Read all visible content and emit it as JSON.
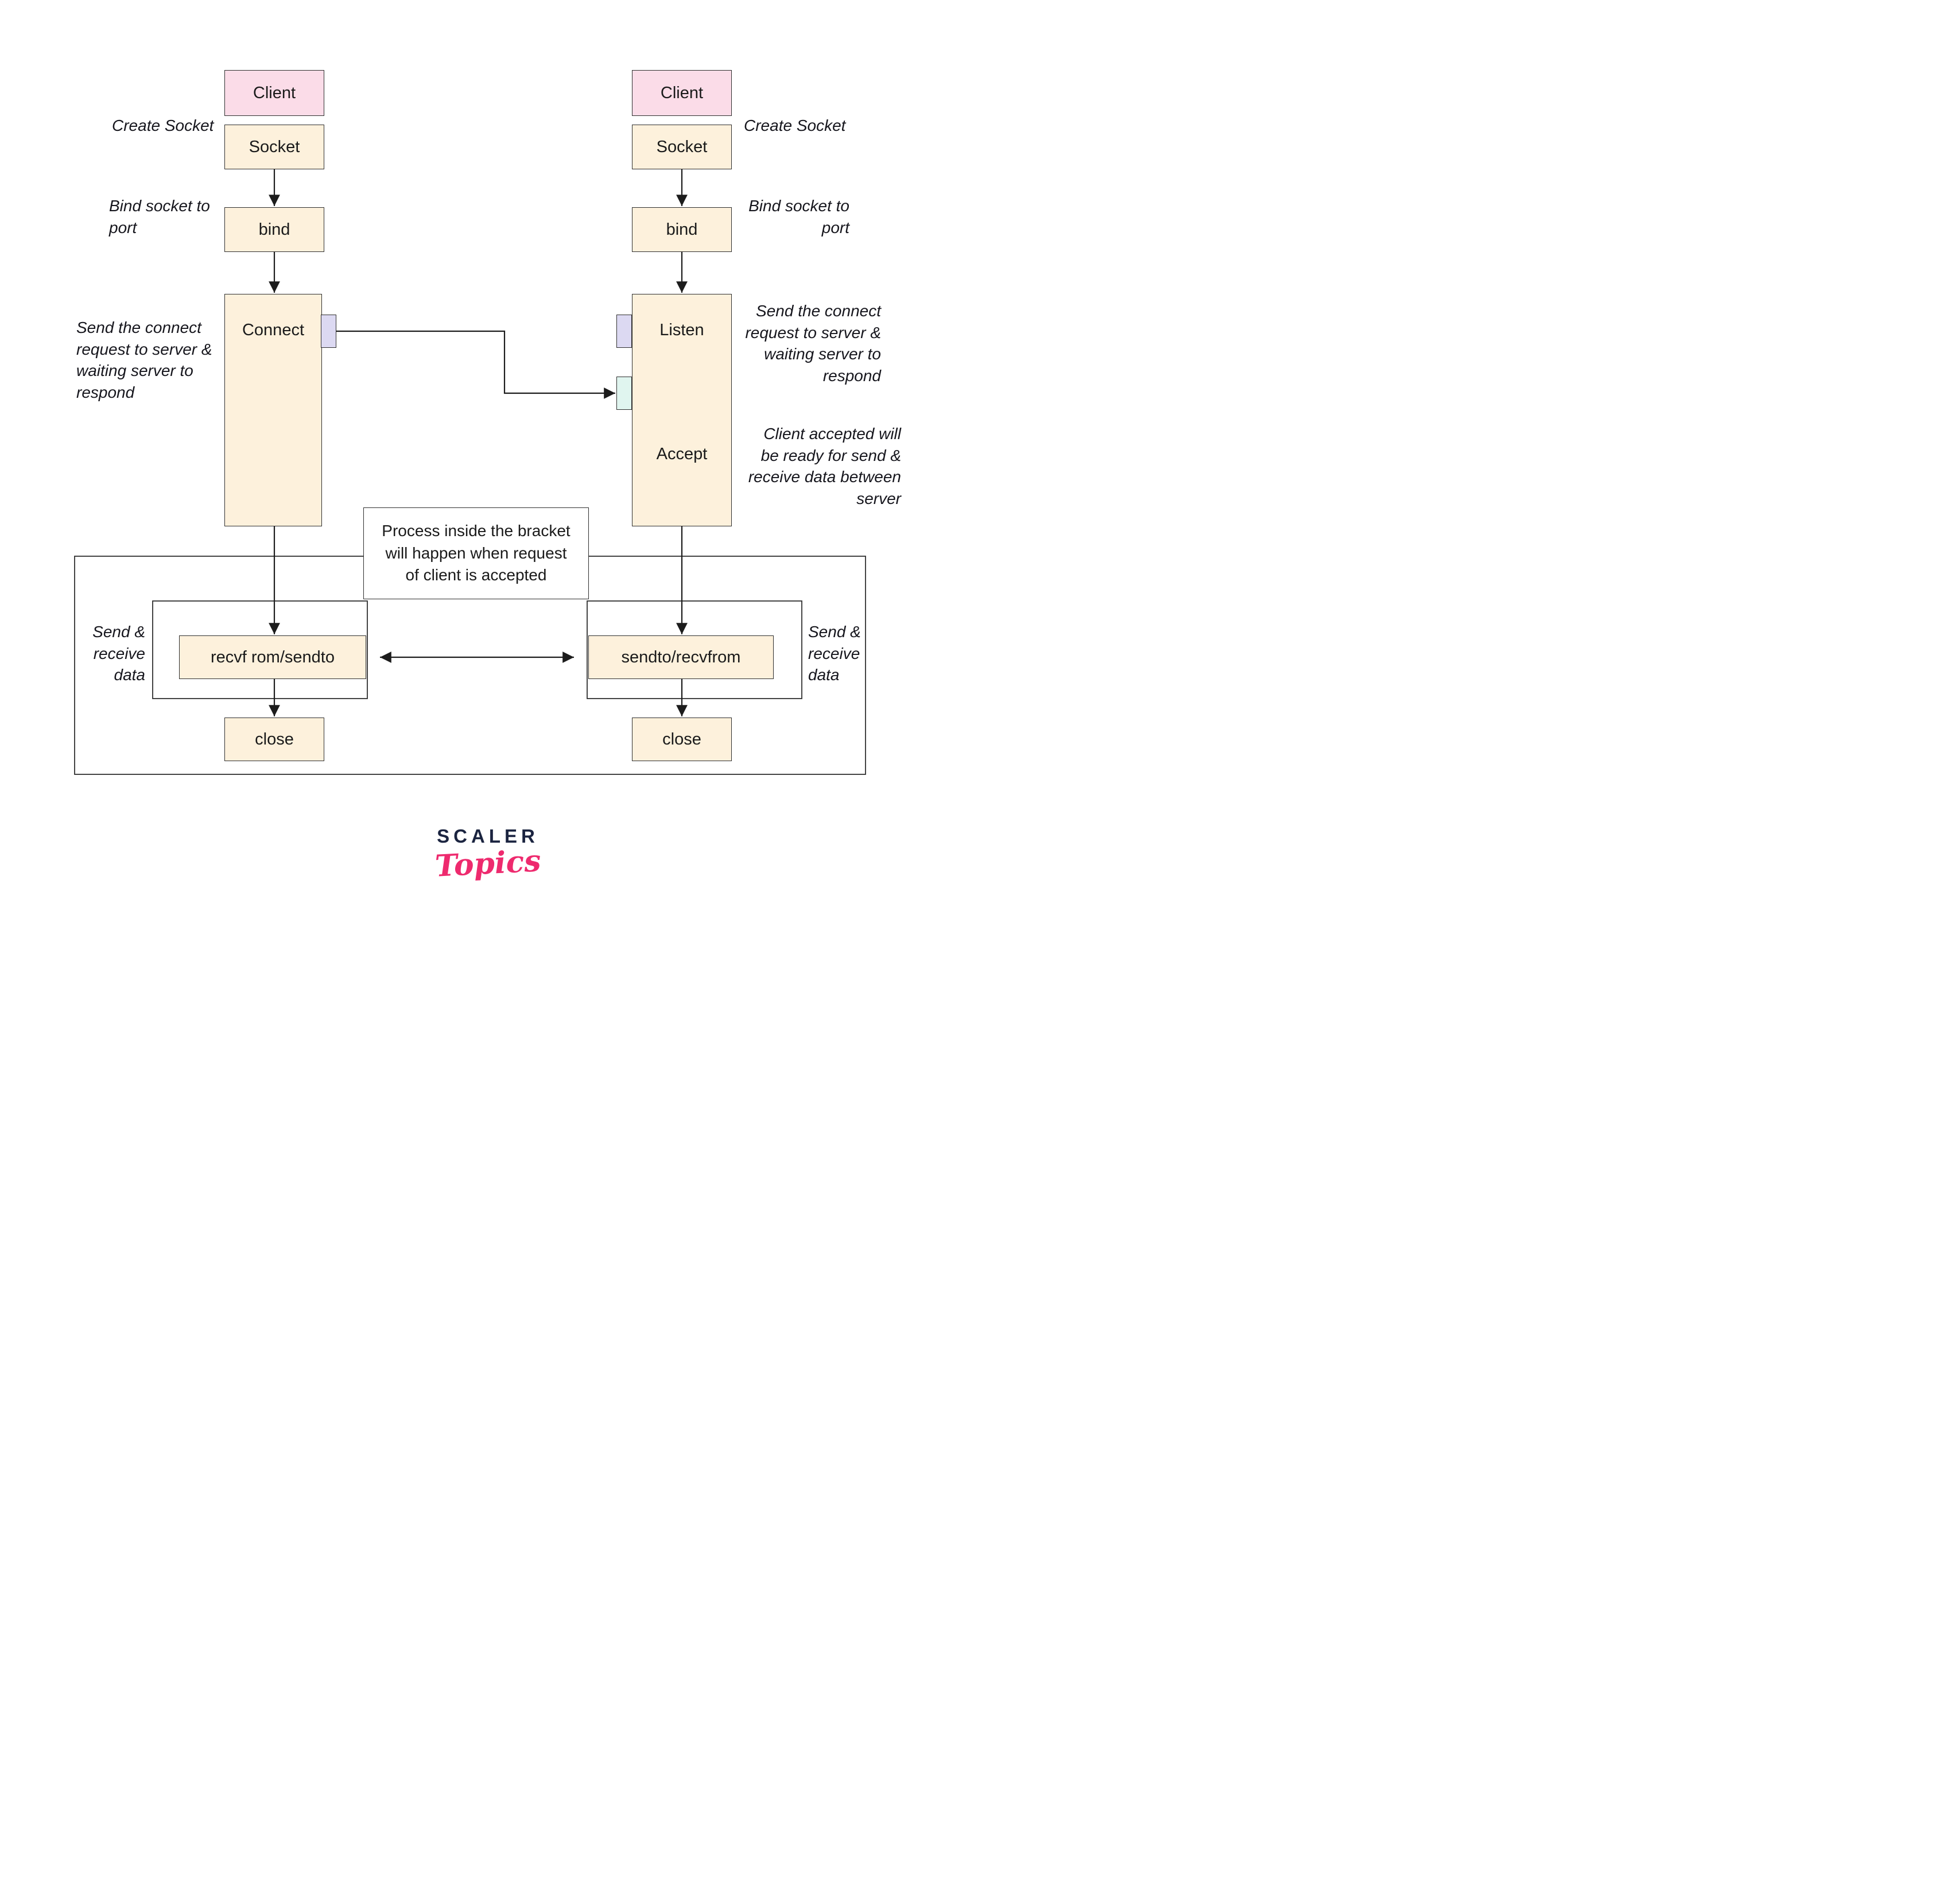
{
  "diagram": {
    "left": {
      "client_label": "Client",
      "socket_label": "Socket",
      "bind_label": "bind",
      "connect_label": "Connect",
      "recv_label": "recvf rom/sendto",
      "close_label": "close",
      "create_socket_note": "Create Socket",
      "bind_note": "Bind socket to\nport",
      "connect_note": "Send the connect\nrequest to server &\nwaiting server to\nrespond",
      "send_receive_note": "Send &\nreceive\ndata"
    },
    "right": {
      "client_label": "Client",
      "socket_label": "Socket",
      "bind_label": "bind",
      "listen_label": "Listen",
      "accept_label": "Accept",
      "sendto_label": "sendto/recvfrom",
      "close_label": "close",
      "create_socket_note": "Create Socket",
      "bind_note": "Bind socket to\nport",
      "listen_note": "Send the connect\nrequest to server &\nwaiting server to\nrespond",
      "accept_note": "Client accepted will\nbe ready for send &\nreceive data between\nserver",
      "send_receive_note": "Send &\nreceive\ndata"
    },
    "bracket_note": "Process inside the bracket\nwill happen when request\nof client is accepted"
  },
  "logo": {
    "brand": "SCALER",
    "sub": "Topics"
  },
  "colors": {
    "client_box": "#fbdce8",
    "process_box": "#fdf1dc",
    "connect_tab": "#dcd9f2",
    "accept_tab": "#e0f5ef",
    "line": "#1c1c1c",
    "logo_navy": "#1b2440",
    "logo_pink": "#ee2a6e"
  }
}
